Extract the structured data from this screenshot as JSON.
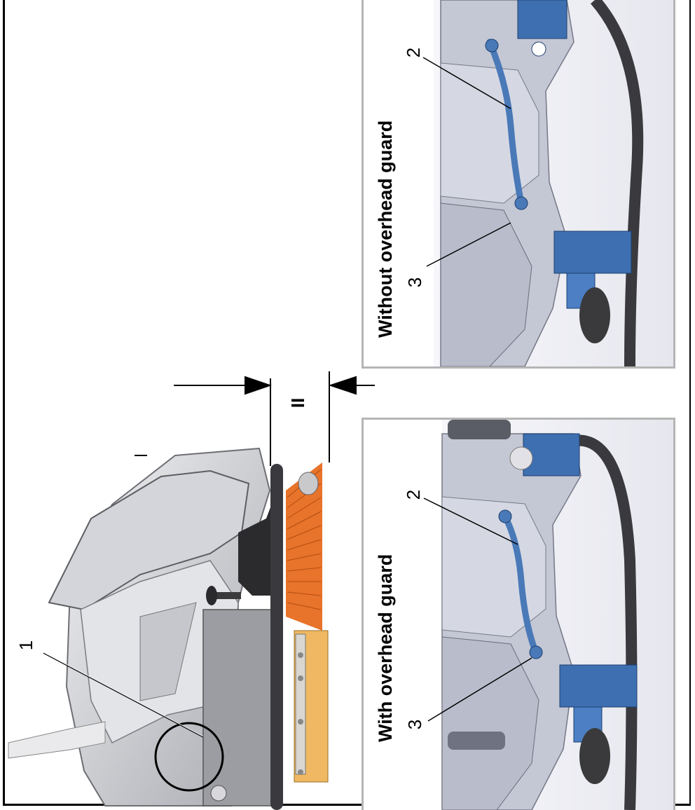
{
  "panels": [
    {
      "id": "top",
      "title": "Without overhead guard",
      "callouts": [
        "2",
        "3"
      ]
    },
    {
      "id": "bottom",
      "title": "With overhead guard",
      "callouts": [
        "2",
        "3"
      ]
    }
  ],
  "main_view": {
    "callout": "1",
    "dimension_label": "II"
  },
  "colors": {
    "machine_gray": "#c9cbd3",
    "hose_blue": "#4a79b8",
    "bracket_blue": "#3e6fb0",
    "handle_bar": "#3a3a3e",
    "brush_orange": "#e8732a",
    "plate_tan": "#f0b862",
    "panel_border": "#b5b5b5"
  }
}
